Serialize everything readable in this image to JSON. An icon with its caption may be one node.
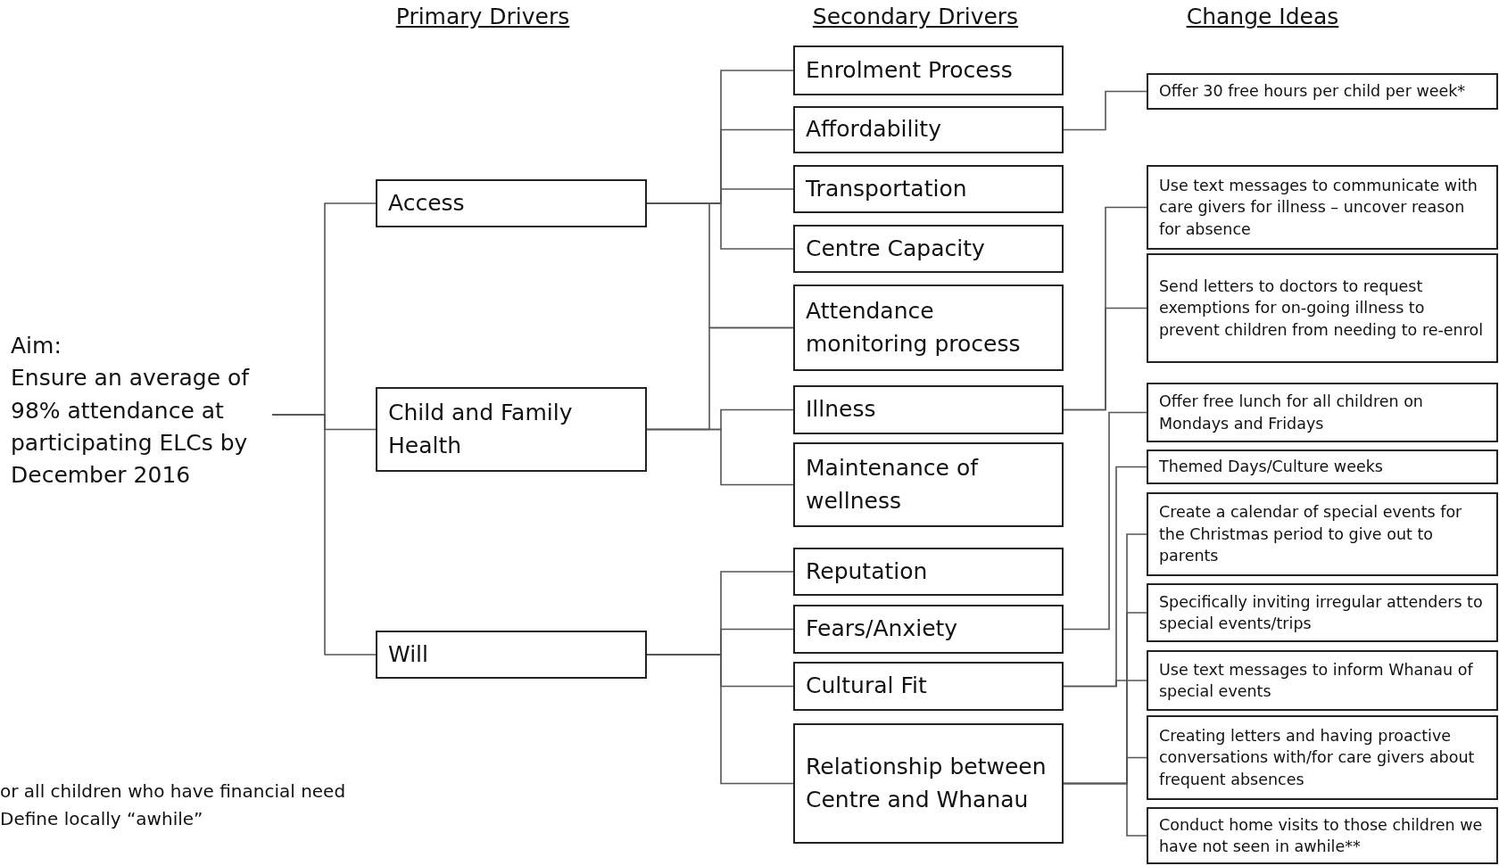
{
  "diagram": {
    "nodes": [
      {
        "text": [
          "Aim:",
          "Ensure an average of 98% attendance at participating ELCs by December 2016"
        ]
      },
      {
        "text": [
          "Access"
        ]
      },
      {
        "text": [
          "Child and Family Health"
        ]
      },
      {
        "text": [
          "Will"
        ]
      },
      {
        "text": [
          "Enrolment Process"
        ]
      },
      {
        "text": [
          "Affordability"
        ]
      },
      {
        "text": [
          "Transportation"
        ]
      },
      {
        "text": [
          "Centre Capacity"
        ]
      },
      {
        "text": [
          "Attendance monitoring process"
        ]
      },
      {
        "text": [
          "Illness"
        ]
      },
      {
        "text": [
          "Maintenance of wellness"
        ]
      },
      {
        "text": [
          "Reputation"
        ]
      },
      {
        "text": [
          "Fears/Anxiety"
        ]
      },
      {
        "text": [
          "Cultural Fit"
        ]
      },
      {
        "text": [
          "Relationship between Centre and Whanau"
        ]
      },
      {
        "text": [
          "Offer 30 free hours per child per week*"
        ]
      },
      {
        "text": [
          "Use text messages to communicate with care givers for illness – uncover reason for absence"
        ]
      },
      {
        "text": [
          "Send letters to doctors to request exemptions for on-going illness to prevent children from needing to re-enrol"
        ]
      },
      {
        "text": [
          "Offer free lunch for all children on Mondays and Fridays"
        ]
      },
      {
        "text": [
          "Themed Days/Culture weeks"
        ]
      },
      {
        "text": [
          "Create a calendar of special events for the Christmas period to give out to parents"
        ]
      },
      {
        "text": [
          "Specifically inviting irregular attenders to special events/trips"
        ]
      },
      {
        "text": [
          "Use text messages to inform Whanau of special events"
        ]
      },
      {
        "text": [
          "Creating letters and having proactive conversations with/for care givers about frequent absences"
        ]
      },
      {
        "text": [
          "Conduct home visits to those children we have not seen in awhile**"
        ]
      }
    ],
    "edges": [
      {
        "from": 0,
        "to": 1,
        "arrow": "none"
      },
      {
        "from": 0,
        "to": 2,
        "arrow": "none"
      },
      {
        "from": 0,
        "to": 3,
        "arrow": "none"
      },
      {
        "from": 1,
        "to": 4,
        "arrow": "none"
      },
      {
        "from": 1,
        "to": 5,
        "arrow": "none"
      },
      {
        "from": 1,
        "to": 6,
        "arrow": "none"
      },
      {
        "from": 1,
        "to": 7,
        "arrow": "none"
      },
      {
        "from": 1,
        "to": 8,
        "arrow": "none"
      },
      {
        "from": 2,
        "to": 8,
        "arrow": "none"
      },
      {
        "from": 2,
        "to": 9,
        "arrow": "none"
      },
      {
        "from": 2,
        "to": 10,
        "arrow": "none"
      },
      {
        "from": 3,
        "to": 11,
        "arrow": "none"
      },
      {
        "from": 3,
        "to": 12,
        "arrow": "none"
      },
      {
        "from": 3,
        "to": 13,
        "arrow": "none"
      },
      {
        "from": 3,
        "to": 14,
        "arrow": "none"
      },
      {
        "from": 5,
        "to": 15,
        "arrow": "none"
      },
      {
        "from": 9,
        "to": 16,
        "arrow": "none"
      },
      {
        "from": 9,
        "to": 17,
        "arrow": "none"
      },
      {
        "from": 12,
        "to": 18,
        "arrow": "none"
      },
      {
        "from": 13,
        "to": 19,
        "arrow": "none"
      },
      {
        "from": 13,
        "to": 22,
        "arrow": "none"
      },
      {
        "from": 14,
        "to": 20,
        "arrow": "none"
      },
      {
        "from": 14,
        "to": 21,
        "arrow": "none"
      },
      {
        "from": 14,
        "to": 23,
        "arrow": "none"
      },
      {
        "from": 14,
        "to": 24,
        "arrow": "none"
      }
    ],
    "labels": [
      "Primary Drivers",
      "Secondary Drivers",
      "Change Ideas",
      "or all children who have financial need",
      "Define locally “awhile”"
    ]
  }
}
